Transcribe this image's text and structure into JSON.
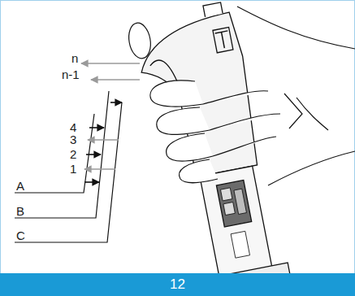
{
  "diagram": {
    "nodes": [
      {
        "text": [
          "12"
        ]
      }
    ],
    "labels": [
      "n",
      "n-1",
      "4",
      "3",
      "2",
      "1",
      "A",
      "B",
      "C"
    ]
  }
}
